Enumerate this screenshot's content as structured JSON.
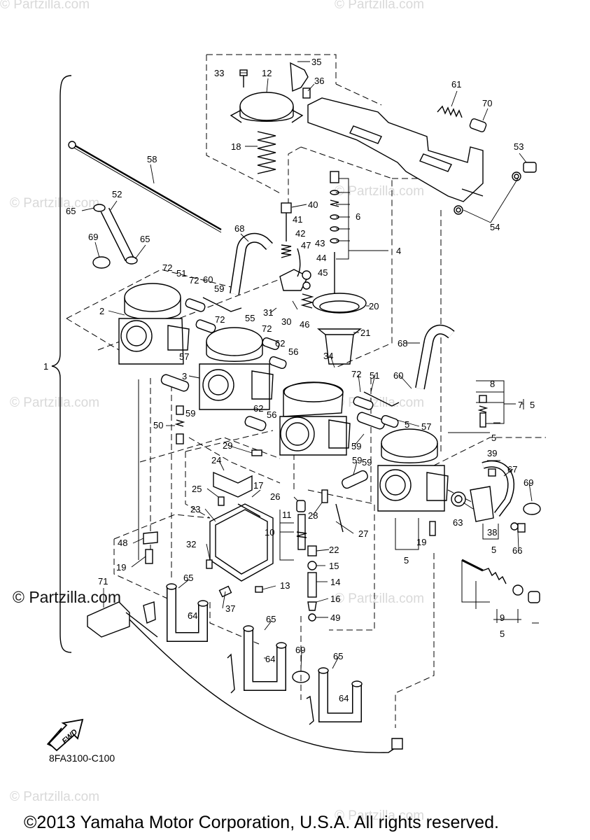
{
  "watermark_text": "© Partzilla.com",
  "brand_watermark": "© Partzilla.com",
  "diagram_code": "8FA3100-C100",
  "copyright": "©2013 Yamaha Motor Corporation, U.S.A. All rights reserved.",
  "fwd_label": "FWD",
  "part_labels": {
    "p1": "1",
    "p2": "2",
    "p3": "3",
    "p4": "4",
    "p5a": "5",
    "p5b": "5",
    "p5c": "5",
    "p5d": "5",
    "p5e": "5",
    "p5f": "5",
    "p6": "6",
    "p7": "7",
    "p8": "8",
    "p9": "9",
    "p10": "10",
    "p11": "11",
    "p12": "12",
    "p13": "13",
    "p14": "14",
    "p15": "15",
    "p16": "16",
    "p17": "17",
    "p18": "18",
    "p19a": "19",
    "p19b": "19",
    "p20": "20",
    "p21": "21",
    "p22": "22",
    "p23": "23",
    "p24": "24",
    "p25": "25",
    "p26": "26",
    "p27": "27",
    "p28": "28",
    "p29": "29",
    "p30": "30",
    "p31": "31",
    "p32": "32",
    "p33": "33",
    "p34": "34",
    "p35": "35",
    "p36": "36",
    "p37": "37",
    "p38": "38",
    "p39": "39",
    "p40": "40",
    "p41": "41",
    "p42": "42",
    "p43": "43",
    "p44": "44",
    "p45": "45",
    "p46": "46",
    "p47": "47",
    "p48": "48",
    "p49": "49",
    "p50": "50",
    "p51a": "51",
    "p51b": "51",
    "p52": "52",
    "p53": "53",
    "p54": "54",
    "p55": "55",
    "p56a": "56",
    "p56b": "56",
    "p57a": "57",
    "p57b": "57",
    "p58": "58",
    "p59a": "59",
    "p59b": "59",
    "p59c": "59",
    "p59d": "59",
    "p59e": "59",
    "p60a": "60",
    "p60b": "60",
    "p61": "61",
    "p62a": "62",
    "p62b": "62",
    "p63": "63",
    "p64a": "64",
    "p64b": "64",
    "p64c": "64",
    "p65a": "65",
    "p65b": "65",
    "p65c": "65",
    "p65d": "65",
    "p65e": "65",
    "p66": "66",
    "p67": "67",
    "p68a": "68",
    "p68b": "68",
    "p69a": "69",
    "p69b": "69",
    "p69c": "69",
    "p70": "70",
    "p71": "71",
    "p72a": "72",
    "p72b": "72",
    "p72c": "72",
    "p72d": "72",
    "p72e": "72"
  }
}
